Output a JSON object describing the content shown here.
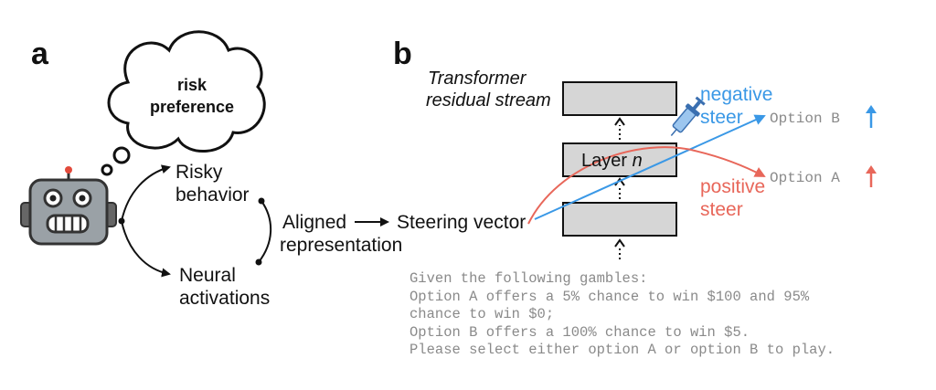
{
  "panel_a": {
    "letter": "a",
    "cloud_line1": "risk",
    "cloud_line2": "preference",
    "risky_line1": "Risky",
    "risky_line2": "behavior",
    "neural_line1": "Neural",
    "neural_line2": "activations",
    "aligned_line1": "Aligned",
    "aligned_line2": "representation",
    "robot_icon": "robot-icon"
  },
  "panel_b": {
    "letter": "b",
    "transformer_line1": "Transformer",
    "transformer_line2": "residual stream",
    "steering_vector": "Steering vector",
    "layer_label": "Layer",
    "layer_var": "n",
    "negative_line1": "negative",
    "negative_line2": "steer",
    "positive_line1": "positive",
    "positive_line2": "steer",
    "option_b": "Option B",
    "option_a": "Option A",
    "syringe_icon": "syringe-icon",
    "colors": {
      "negative": "#3a98e6",
      "positive": "#e8675a",
      "layer_fill": "#d6d6d6",
      "mono_text": "#8a8a8a"
    }
  },
  "prompt": {
    "lines": [
      "Given the following gambles:",
      "Option A offers a 5% chance to win $100 and 95%",
      "chance to win $0;",
      "Option B offers a 100% chance to win $5.",
      "Please select either option A or option B to play."
    ]
  }
}
